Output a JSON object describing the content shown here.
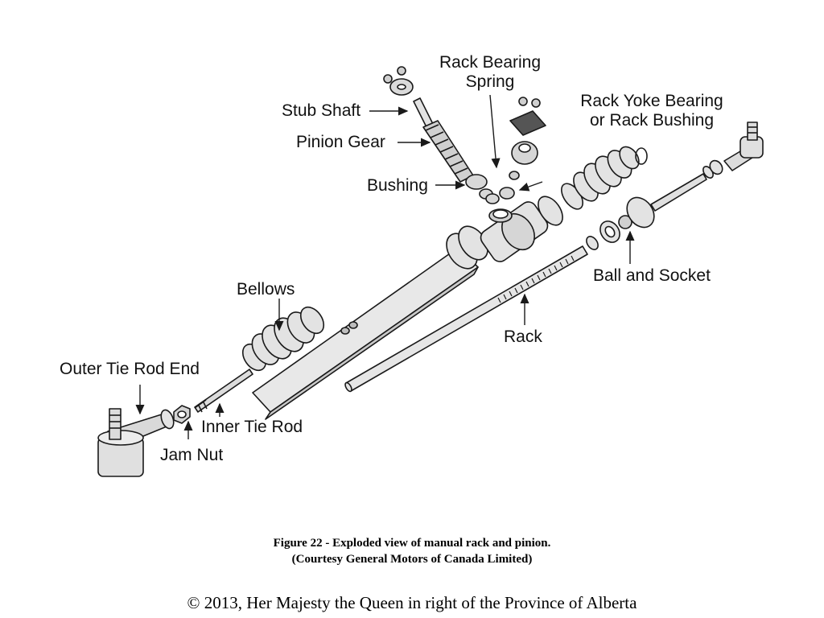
{
  "diagram": {
    "labels": {
      "rack_bearing_spring_line1": "Rack Bearing",
      "rack_bearing_spring_line2": "Spring",
      "rack_yoke_line1": "Rack Yoke Bearing",
      "rack_yoke_line2": "or Rack Bushing",
      "stub_shaft": "Stub Shaft",
      "pinion_gear": "Pinion Gear",
      "bushing": "Bushing",
      "bellows": "Bellows",
      "ball_and_socket": "Ball and Socket",
      "rack": "Rack",
      "outer_tie_rod_end": "Outer Tie Rod End",
      "inner_tie_rod": "Inner Tie Rod",
      "jam_nut": "Jam Nut"
    },
    "colors": {
      "part_fill": "#e3e3e3",
      "part_shade": "#c9c9c9",
      "outline": "#1a1a1a"
    }
  },
  "caption": {
    "line1": "Figure 22 - Exploded view of manual rack and pinion.",
    "line2": "(Courtesy General Motors of Canada Limited)"
  },
  "copyright": "© 2013, Her Majesty the Queen in right of the Province of Alberta"
}
